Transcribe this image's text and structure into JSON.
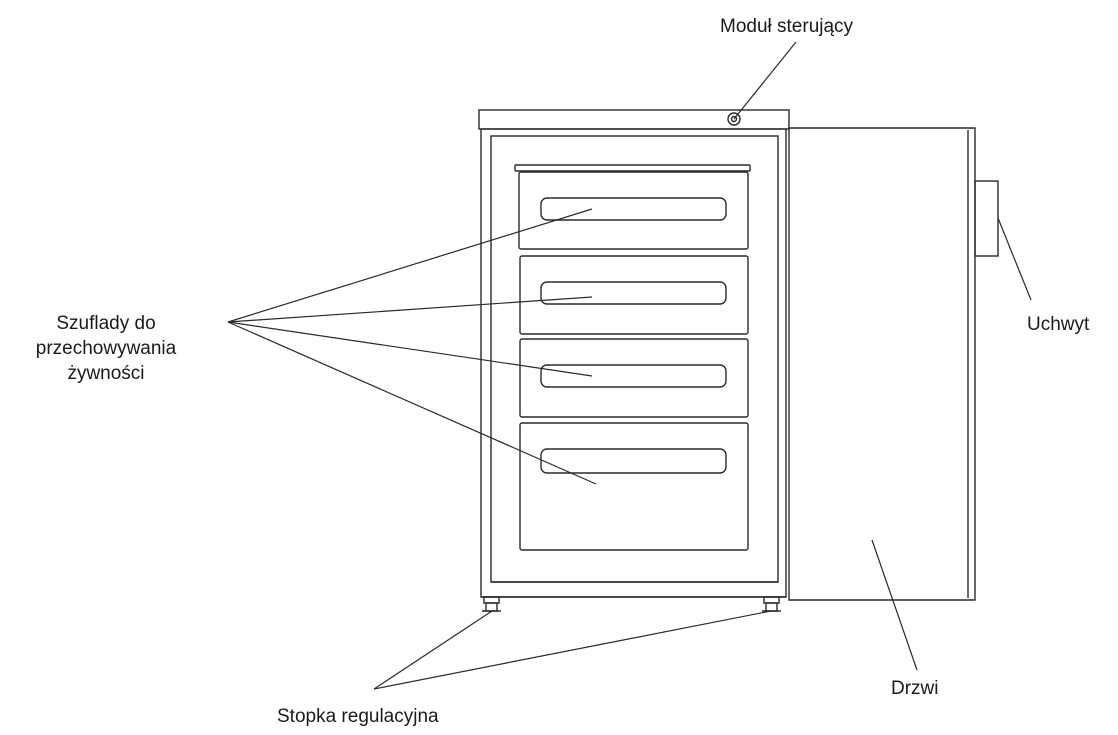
{
  "labels": {
    "control_module": "Moduł sterujący",
    "drawers_line1": "Szuflady do",
    "drawers_line2": "przechowywania",
    "drawers_line3": "żywności",
    "handle": "Uchwyt",
    "door": "Drzwi",
    "adjustable_foot": "Stopka regulacyjna"
  },
  "colors": {
    "line": "#2a2a2a",
    "background": "#ffffff"
  }
}
